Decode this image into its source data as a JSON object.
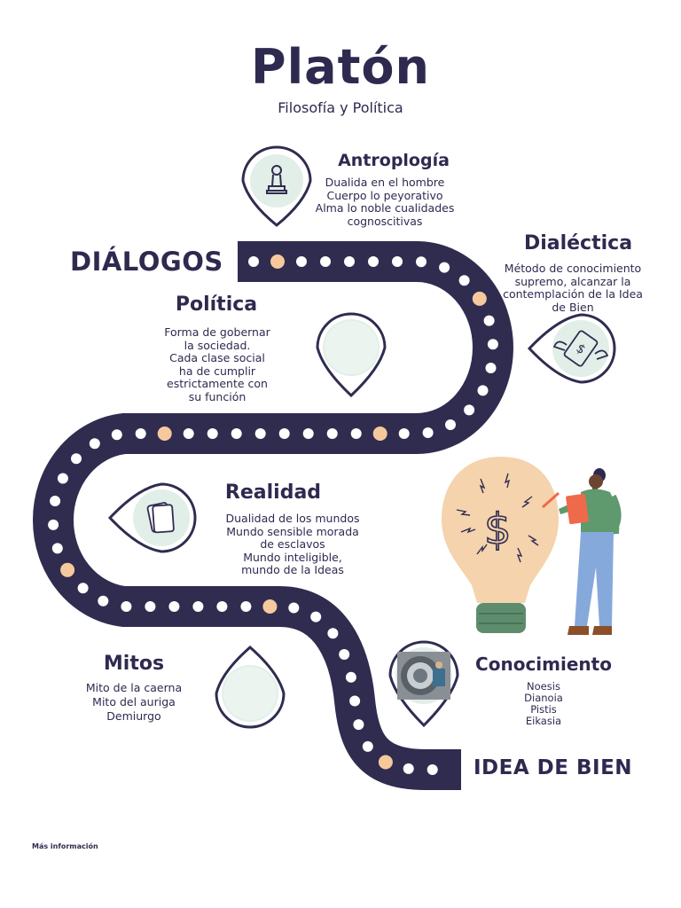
{
  "header": {
    "title": "Platón",
    "subtitle": "Filosofía y Política"
  },
  "start_label": "DIÁLOGOS",
  "end_label": "IDEA DE BIEN",
  "stops": [
    {
      "id": "antropologia",
      "title": "Antroplogía",
      "text": "Dualida en el hombre\nCuerpo lo peyorativo\nAlma lo noble cualidades\ncognoscitivas",
      "icon": "chess-pawn-icon"
    },
    {
      "id": "dialectica",
      "title": "Dialéctica",
      "text": "Método de conocimiento\nsupremo, alcanzar la\ncontemplación de la Idea\nde Bien",
      "icon": "flying-money-icon"
    },
    {
      "id": "politica",
      "title": "Política",
      "text": "Forma de gobernar\nla sociedad.\nCada clase social\nha de cumplir\nestrictamente con\nsu función",
      "icon": "empty-pin-icon"
    },
    {
      "id": "realidad",
      "title": "Realidad",
      "text": "Dualidad de los mundos\nMundo sensible morada\nde esclavos\nMundo inteligible,\nmundo de la Ideas",
      "icon": "cards-icon"
    },
    {
      "id": "mitos",
      "title": "Mitos",
      "text": "Mito de la caerna\nMito del auriga\nDemiurgo",
      "icon": "empty-pin-icon"
    },
    {
      "id": "conocimiento",
      "title": "Conocimiento",
      "text": "Noesis\nDianoia\nPistis\nEikasia",
      "icon": "photo-thumbnail-icon"
    }
  ],
  "footer": {
    "link": "Más información"
  },
  "colors": {
    "road": "#302c50",
    "dot": "#ffffff",
    "dot_accent": "#f6c99c",
    "pin_fill": "#e2efe9",
    "bulb": "#f4d3ad",
    "bulb_base": "#5e8d6e",
    "figure_shirt": "#5f9a6e",
    "figure_pants": "#86a9dc",
    "clipboard": "#ef6a4a"
  }
}
